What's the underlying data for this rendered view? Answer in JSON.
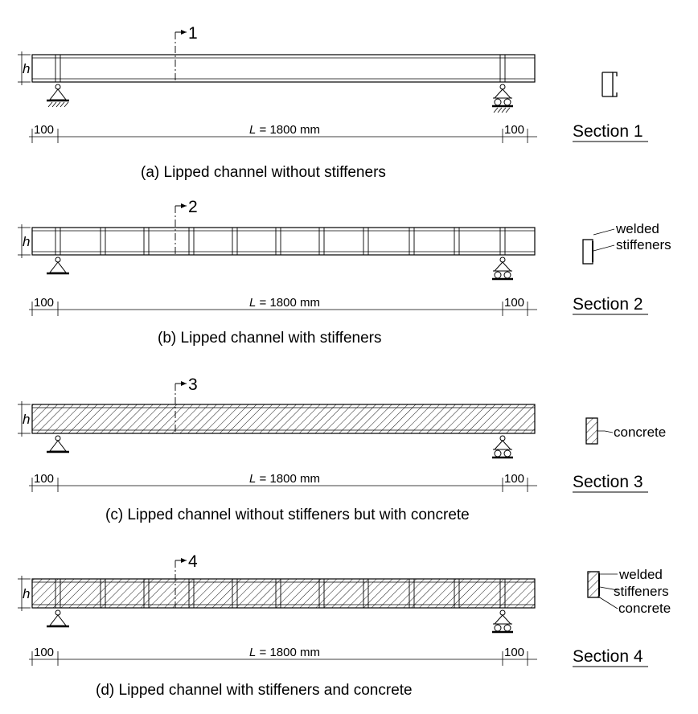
{
  "panels": [
    {
      "cut_label": "1",
      "h_label": "h",
      "dim_left": "100",
      "dim_span_var": "L",
      "dim_span_rest": " = 1800 mm",
      "dim_right": "100",
      "section_label": "Section 1",
      "caption": "(a) Lipped channel without stiffeners",
      "stiffeners": false,
      "concrete": false,
      "callouts": []
    },
    {
      "cut_label": "2",
      "h_label": "h",
      "dim_left": "100",
      "dim_span_var": "L",
      "dim_span_rest": " = 1800 mm",
      "dim_right": "100",
      "section_label": "Section 2",
      "caption": "(b) Lipped channel with stiffeners",
      "stiffeners": true,
      "concrete": false,
      "callouts": [
        "welded",
        "stiffeners"
      ]
    },
    {
      "cut_label": "3",
      "h_label": "h",
      "dim_left": "100",
      "dim_span_var": "L",
      "dim_span_rest": " = 1800 mm",
      "dim_right": "100",
      "section_label": "Section 3",
      "caption": "(c) Lipped channel without stiffeners but with concrete",
      "stiffeners": false,
      "concrete": true,
      "callouts": [
        "concrete"
      ]
    },
    {
      "cut_label": "4",
      "h_label": "h",
      "dim_left": "100",
      "dim_span_var": "L",
      "dim_span_rest": " = 1800 mm",
      "dim_right": "100",
      "section_label": "Section 4",
      "caption": "(d) Lipped channel with stiffeners and concrete",
      "stiffeners": true,
      "concrete": true,
      "callouts": [
        "welded",
        "stiffeners",
        "concrete"
      ]
    }
  ]
}
